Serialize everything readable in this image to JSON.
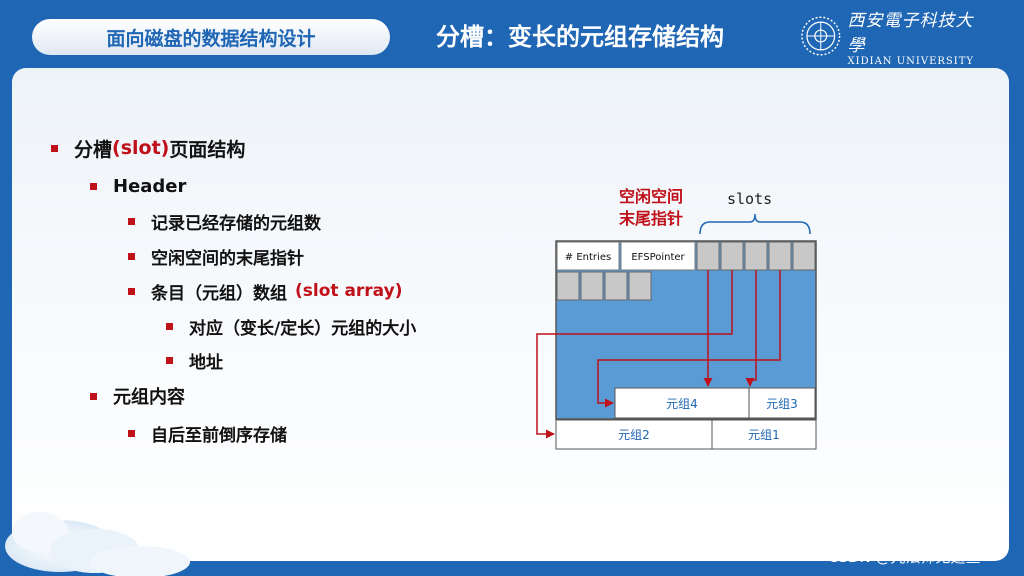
{
  "header": {
    "course_title": "面向磁盘的数据结构设计",
    "slide_title": "分槽：变长的元组存储结构",
    "logo_cn": "西安電子科技大學",
    "logo_en": "XIDIAN UNIVERSITY"
  },
  "bullets": {
    "b1_pre": "分槽",
    "b1_red": "(slot)",
    "b1_post": "页面结构",
    "b2": "Header",
    "b3": "记录已经存储的元组数",
    "b4": "空闲空间的末尾指针",
    "b5_pre": "条目（元组）数组",
    "b5_red": "(slot array)",
    "b6": "对应（变长/定长）元组的大小",
    "b7": "地址",
    "b8": "元组内容",
    "b9": "自后至前倒序存储"
  },
  "diagram": {
    "free_label_line1": "空闲空间",
    "free_label_line2": "末尾指针",
    "slots_label": "slots",
    "entries_label": "# Entries",
    "efs_label": "EFSPointer",
    "tuple4": "元组4",
    "tuple3": "元组3",
    "tuple2": "元组2",
    "tuple1": "元组1"
  },
  "footer": {
    "watermark": "CSDN @咒法师无翅鱼"
  },
  "colors": {
    "brand_blue": "#1f66b4",
    "accent_red": "#c0101a",
    "page_blue": "#5b9bd5",
    "slot_gray": "#c8c8c8"
  }
}
